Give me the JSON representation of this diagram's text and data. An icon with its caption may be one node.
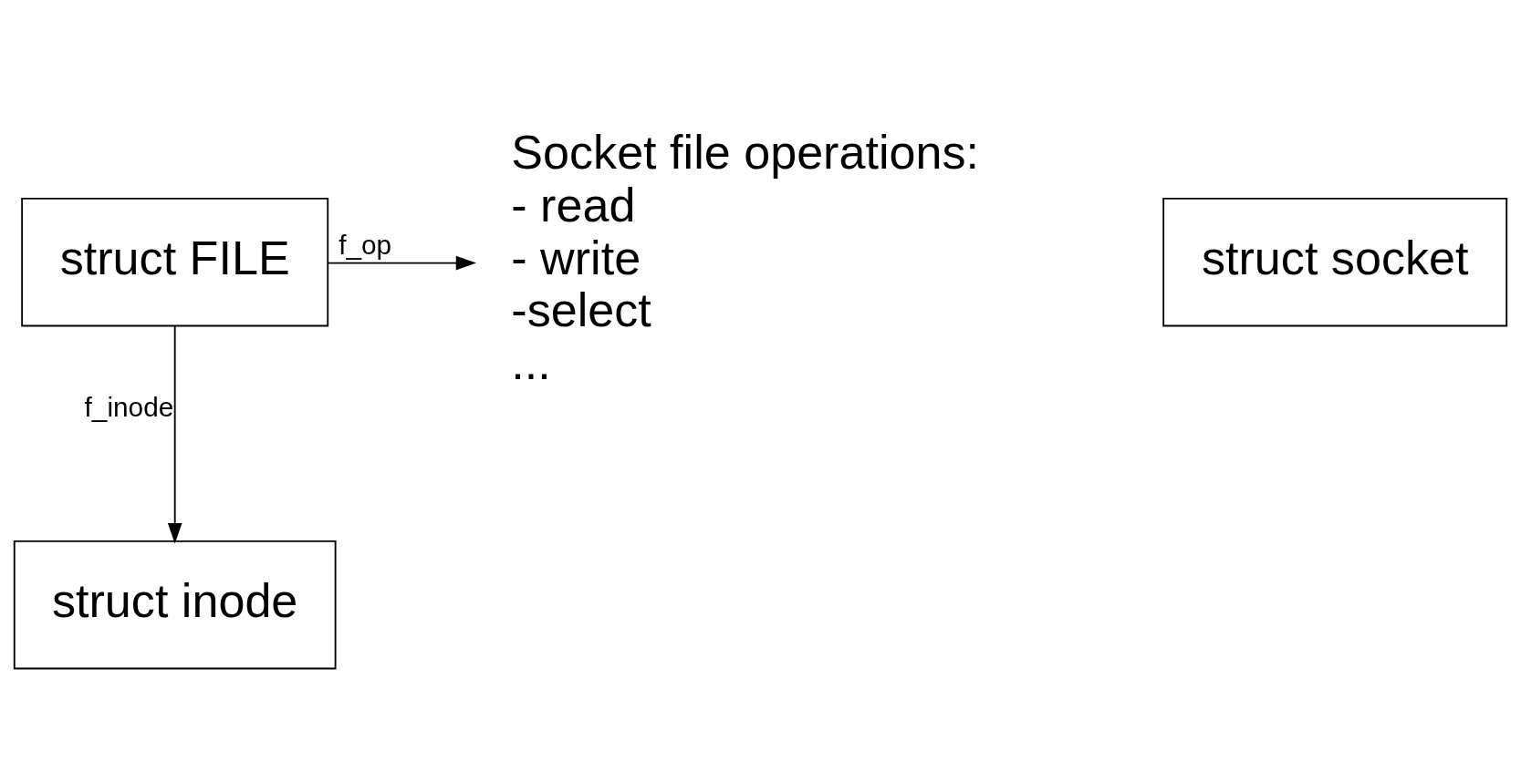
{
  "diagram": {
    "nodes": [
      {
        "text": [
          "struct FILE"
        ]
      },
      {
        "text": [
          "Socket file operations:",
          "- read",
          "- write",
          "-select",
          "..."
        ]
      },
      {
        "text": [
          "struct inode"
        ]
      },
      {
        "text": [
          "struct socket"
        ]
      }
    ],
    "edges": [
      {
        "from": 0,
        "to": 1,
        "arrow": "to",
        "label": "f_op"
      },
      {
        "from": 0,
        "to": 2,
        "arrow": "to",
        "label": "f_inode"
      }
    ]
  }
}
